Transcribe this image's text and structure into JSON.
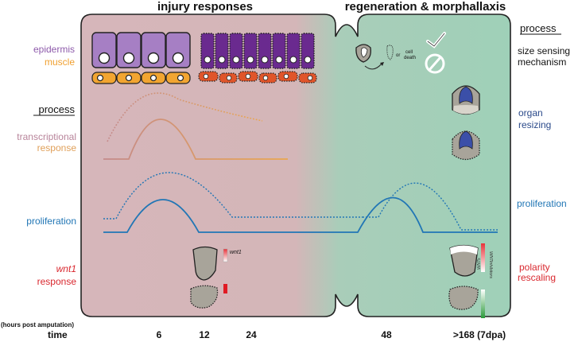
{
  "headers": {
    "injury": "injury responses",
    "regeneration": "regeneration & morphallaxis"
  },
  "left_labels": {
    "epidermis": "epidermis",
    "muscle": "muscle",
    "process": "process",
    "transcriptional_line1": "transcriptional",
    "transcriptional_line2": "response",
    "proliferation": "proliferation",
    "wnt1": "wnt1",
    "wnt1_response": "response"
  },
  "right_labels": {
    "process": "process",
    "size_line1": "size sensing",
    "size_line2": "mechanism",
    "organ_line1": "organ",
    "organ_line2": "resizing",
    "proliferation": "proliferation",
    "polarity_line1": "polarity",
    "polarity_line2": "rescaling"
  },
  "annotations": {
    "or": "or",
    "cell": "cell",
    "death": "death",
    "wnt1_small": "wnt1",
    "wnt_label": "WNT",
    "inhibitors": "inhibitors",
    "wnts": "WNTs"
  },
  "time_axis": {
    "note": "(hours post amputation)",
    "label": "time",
    "ticks": [
      "6",
      "12",
      "24",
      "48",
      ">168 (7dpa)"
    ]
  },
  "colors": {
    "injury_bg": "#d9b7bc",
    "regen_bg": "#9fd0b8",
    "epidermis": "#8e5bab",
    "epidermis_dark": "#6a2a8f",
    "muscle": "#f0a030",
    "muscle_dark": "#e0552a",
    "transcription": "#c48a78",
    "transcription_light": "#e8a95a",
    "proliferation": "#2176b5",
    "wnt_red": "#e01b24",
    "organ_blue": "#3b4fa8",
    "tissue_gray": "#a8a49a"
  }
}
